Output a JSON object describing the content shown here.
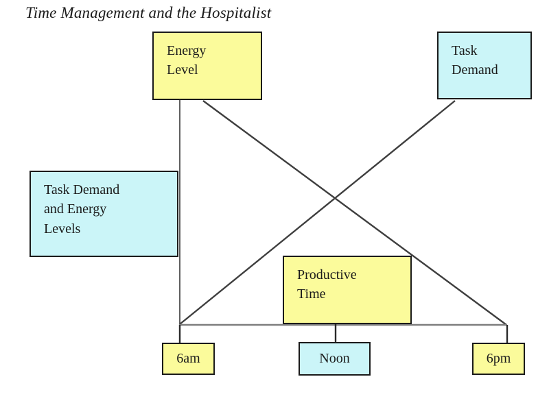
{
  "title": "Time Management and the Hospitalist",
  "boxes": {
    "energy_level": {
      "label": "Energy\nLevel"
    },
    "task_demand": {
      "label": "Task\nDemand"
    },
    "task_demand_energy": {
      "label": "Task Demand\nand Energy\nLevels"
    },
    "productive_time": {
      "label": "Productive\nTime"
    }
  },
  "time_axis": {
    "labels": [
      {
        "text": "6am"
      },
      {
        "text": "Noon"
      },
      {
        "text": "6pm"
      }
    ]
  },
  "colors": {
    "yellow_fill": "#FBFB9B",
    "cyan_fill": "#CBF5F8",
    "box_border": "#1a1a1a",
    "diagonal_line": "#3e3e3e",
    "axis_line": "#7e7e7e",
    "vertical_line": "#5f5f5f",
    "tick_line": "#2a2a2a"
  }
}
